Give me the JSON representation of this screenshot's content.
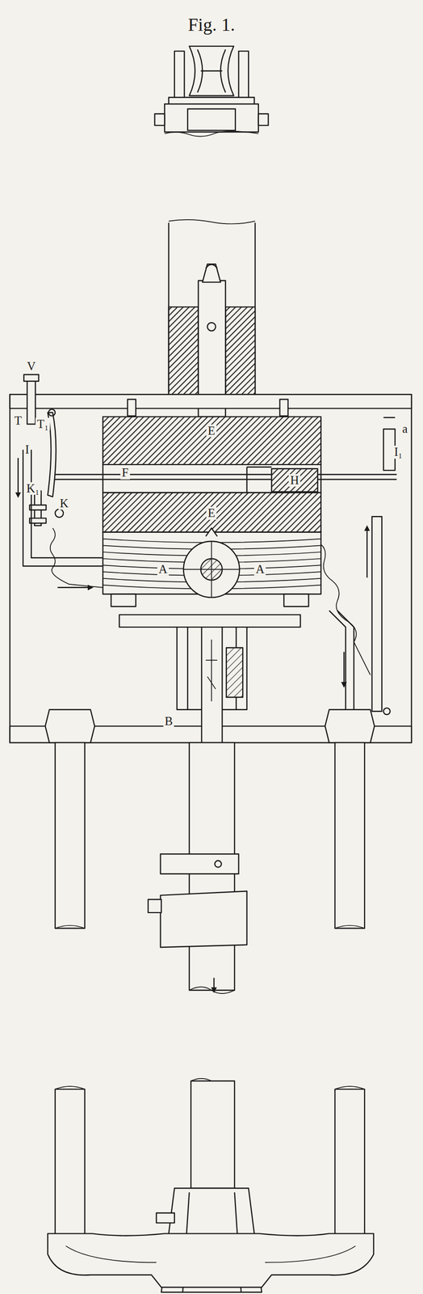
{
  "diagram": {
    "title": "Fig. 1.",
    "labels": [
      "V",
      "T",
      "T₁",
      "E",
      "a",
      "I",
      "I₁",
      "F",
      "H",
      "K₁",
      "K",
      "E",
      "A",
      "A",
      "B"
    ]
  }
}
